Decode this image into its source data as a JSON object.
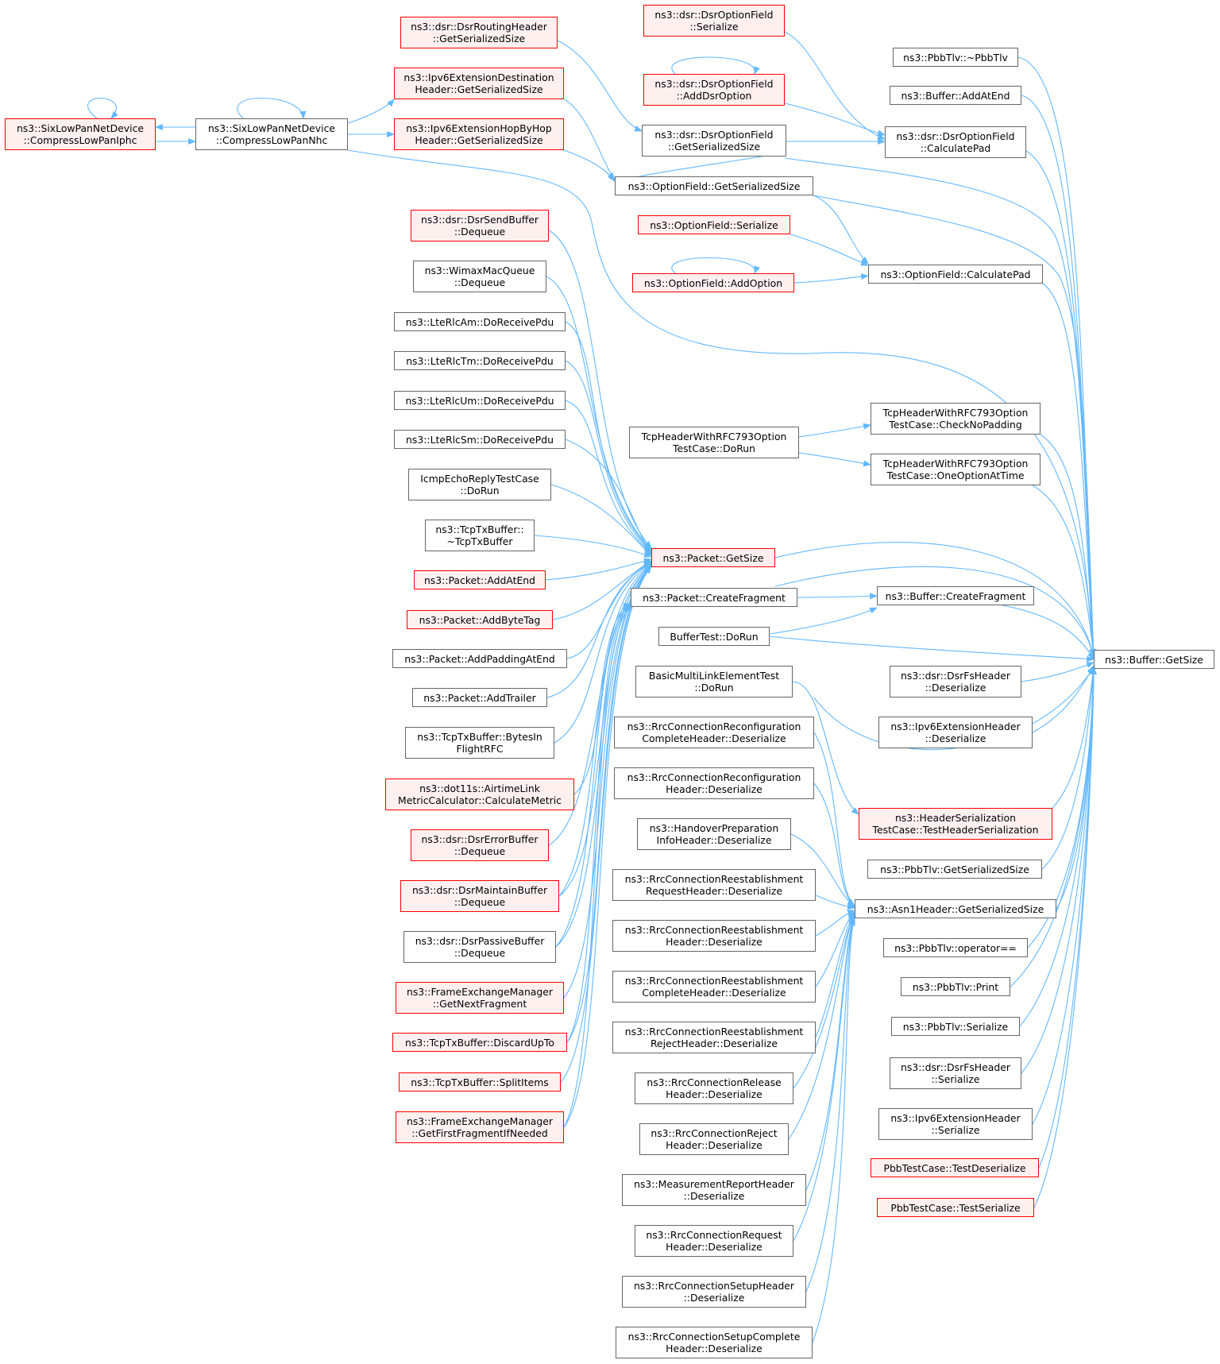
{
  "diagram": {
    "type": "call-graph",
    "colors": {
      "edge": "#63b8ff",
      "node_border": "#666666",
      "node_fill": "#ffffff",
      "highlight_border": "#ff0000",
      "highlight_fill": "#fff0f0",
      "focus_fill": "#999999"
    },
    "nodes": [
      {
        "id": "n_getsize",
        "lines": [
          "ns3::Buffer::GetSize"
        ],
        "style": "focus"
      },
      {
        "id": "n_pbb_dtor",
        "lines": [
          "ns3::PbbTlv::~PbbTlv"
        ],
        "style": "normal"
      },
      {
        "id": "n_buf_addatend",
        "lines": [
          "ns3::Buffer::AddAtEnd"
        ],
        "style": "normal"
      },
      {
        "id": "n_dsr_calcpad",
        "lines": [
          "ns3::dsr::DsrOptionField",
          "::CalculatePad"
        ],
        "style": "normal"
      },
      {
        "id": "n_of_calcpad",
        "lines": [
          "ns3::OptionField::CalculatePad"
        ],
        "style": "normal"
      },
      {
        "id": "n_tcp_checknopad",
        "lines": [
          "TcpHeaderWithRFC793Option",
          "TestCase::CheckNoPadding"
        ],
        "style": "normal"
      },
      {
        "id": "n_tcp_oneopt",
        "lines": [
          "TcpHeaderWithRFC793Option",
          "TestCase::OneOptionAtTime"
        ],
        "style": "normal"
      },
      {
        "id": "n_buf_createfrag",
        "lines": [
          "ns3::Buffer::CreateFragment"
        ],
        "style": "normal"
      },
      {
        "id": "n_dsrfs_deser",
        "lines": [
          "ns3::dsr::DsrFsHeader",
          "::Deserialize"
        ],
        "style": "normal"
      },
      {
        "id": "n_ipv6ext_deser",
        "lines": [
          "ns3::Ipv6ExtensionHeader",
          "::Deserialize"
        ],
        "style": "normal"
      },
      {
        "id": "n_hdrser_test",
        "lines": [
          "ns3::HeaderSerialization",
          "TestCase::TestHeaderSerialization"
        ],
        "style": "red"
      },
      {
        "id": "n_pbb_getser",
        "lines": [
          "ns3::PbbTlv::GetSerializedSize"
        ],
        "style": "normal"
      },
      {
        "id": "n_asn1_getser",
        "lines": [
          "ns3::Asn1Header::GetSerializedSize"
        ],
        "style": "normal"
      },
      {
        "id": "n_pbb_opeq",
        "lines": [
          "ns3::PbbTlv::operator=="
        ],
        "style": "normal"
      },
      {
        "id": "n_pbb_print",
        "lines": [
          "ns3::PbbTlv::Print"
        ],
        "style": "normal"
      },
      {
        "id": "n_pbb_ser",
        "lines": [
          "ns3::PbbTlv::Serialize"
        ],
        "style": "normal"
      },
      {
        "id": "n_dsrfs_ser",
        "lines": [
          "ns3::dsr::DsrFsHeader",
          "::Serialize"
        ],
        "style": "normal"
      },
      {
        "id": "n_ipv6ext_ser",
        "lines": [
          "ns3::Ipv6ExtensionHeader",
          "::Serialize"
        ],
        "style": "normal"
      },
      {
        "id": "n_pbb_testdeser",
        "lines": [
          "PbbTestCase::TestDeserialize"
        ],
        "style": "red"
      },
      {
        "id": "n_pbb_testser",
        "lines": [
          "PbbTestCase::TestSerialize"
        ],
        "style": "red"
      },
      {
        "id": "n_dsr_of_ser",
        "lines": [
          "ns3::dsr::DsrOptionField",
          "::Serialize"
        ],
        "style": "red"
      },
      {
        "id": "n_dsr_of_adddsr",
        "lines": [
          "ns3::dsr::DsrOptionField",
          "::AddDsrOption"
        ],
        "style": "red"
      },
      {
        "id": "n_dsr_of_getser",
        "lines": [
          "ns3::dsr::DsrOptionField",
          "::GetSerializedSize"
        ],
        "style": "normal"
      },
      {
        "id": "n_of_getser",
        "lines": [
          "ns3::OptionField::GetSerializedSize"
        ],
        "style": "normal"
      },
      {
        "id": "n_of_ser",
        "lines": [
          "ns3::OptionField::Serialize"
        ],
        "style": "red"
      },
      {
        "id": "n_of_addopt",
        "lines": [
          "ns3::OptionField::AddOption"
        ],
        "style": "red"
      },
      {
        "id": "n_tcp_dorun",
        "lines": [
          "TcpHeaderWithRFC793Option",
          "TestCase::DoRun"
        ],
        "style": "normal"
      },
      {
        "id": "n_pkt_getsize",
        "lines": [
          "ns3::Packet::GetSize"
        ],
        "style": "red"
      },
      {
        "id": "n_pkt_createfrag",
        "lines": [
          "ns3::Packet::CreateFragment"
        ],
        "style": "normal"
      },
      {
        "id": "n_buftest_dorun",
        "lines": [
          "BufferTest::DoRun"
        ],
        "style": "normal"
      },
      {
        "id": "n_basicmle_dorun",
        "lines": [
          "BasicMultiLinkElementTest",
          "::DoRun"
        ],
        "style": "normal"
      },
      {
        "id": "n_rrc_recfgcompl",
        "lines": [
          "ns3::RrcConnectionReconfiguration",
          "CompleteHeader::Deserialize"
        ],
        "style": "normal"
      },
      {
        "id": "n_rrc_recfg",
        "lines": [
          "ns3::RrcConnectionReconfiguration",
          "Header::Deserialize"
        ],
        "style": "normal"
      },
      {
        "id": "n_handover",
        "lines": [
          "ns3::HandoverPreparation",
          "InfoHeader::Deserialize"
        ],
        "style": "normal"
      },
      {
        "id": "n_rrc_reestreq",
        "lines": [
          "ns3::RrcConnectionReestablishment",
          "RequestHeader::Deserialize"
        ],
        "style": "normal"
      },
      {
        "id": "n_rrc_reest",
        "lines": [
          "ns3::RrcConnectionReestablishment",
          "Header::Deserialize"
        ],
        "style": "normal"
      },
      {
        "id": "n_rrc_reestcompl",
        "lines": [
          "ns3::RrcConnectionReestablishment",
          "CompleteHeader::Deserialize"
        ],
        "style": "normal"
      },
      {
        "id": "n_rrc_reestrej",
        "lines": [
          "ns3::RrcConnectionReestablishment",
          "RejectHeader::Deserialize"
        ],
        "style": "normal"
      },
      {
        "id": "n_rrc_release",
        "lines": [
          "ns3::RrcConnectionRelease",
          "Header::Deserialize"
        ],
        "style": "normal"
      },
      {
        "id": "n_rrc_reject",
        "lines": [
          "ns3::RrcConnectionReject",
          "Header::Deserialize"
        ],
        "style": "normal"
      },
      {
        "id": "n_measrep",
        "lines": [
          "ns3::MeasurementReportHeader",
          "::Deserialize"
        ],
        "style": "normal"
      },
      {
        "id": "n_rrc_request",
        "lines": [
          "ns3::RrcConnectionRequest",
          "Header::Deserialize"
        ],
        "style": "normal"
      },
      {
        "id": "n_rrc_setup",
        "lines": [
          "ns3::RrcConnectionSetupHeader",
          "::Deserialize"
        ],
        "style": "normal"
      },
      {
        "id": "n_rrc_setupcompl",
        "lines": [
          "ns3::RrcConnectionSetupComplete",
          "Header::Deserialize"
        ],
        "style": "normal"
      },
      {
        "id": "n_dsrrouting_getser",
        "lines": [
          "ns3::dsr::DsrRoutingHeader",
          "::GetSerializedSize"
        ],
        "style": "red"
      },
      {
        "id": "n_ipv6dest_getser",
        "lines": [
          "ns3::Ipv6ExtensionDestination",
          "Header::GetSerializedSize"
        ],
        "style": "red"
      },
      {
        "id": "n_ipv6hop_getser",
        "lines": [
          "ns3::Ipv6ExtensionHopByHop",
          "Header::GetSerializedSize"
        ],
        "style": "red"
      },
      {
        "id": "n_dsrsend_deq",
        "lines": [
          "ns3::dsr::DsrSendBuffer",
          "::Dequeue"
        ],
        "style": "red"
      },
      {
        "id": "n_wimax_deq",
        "lines": [
          "ns3::WimaxMacQueue",
          "::Dequeue"
        ],
        "style": "normal"
      },
      {
        "id": "n_rlcam",
        "lines": [
          "ns3::LteRlcAm::DoReceivePdu"
        ],
        "style": "normal"
      },
      {
        "id": "n_rlctm",
        "lines": [
          "ns3::LteRlcTm::DoReceivePdu"
        ],
        "style": "normal"
      },
      {
        "id": "n_rlcum",
        "lines": [
          "ns3::LteRlcUm::DoReceivePdu"
        ],
        "style": "normal"
      },
      {
        "id": "n_rlcsm",
        "lines": [
          "ns3::LteRlcSm::DoReceivePdu"
        ],
        "style": "normal"
      },
      {
        "id": "n_icmp_dorun",
        "lines": [
          "IcmpEchoReplyTestCase",
          "::DoRun"
        ],
        "style": "normal"
      },
      {
        "id": "n_tcptx_dtor",
        "lines": [
          "ns3::TcpTxBuffer::",
          "~TcpTxBuffer"
        ],
        "style": "normal"
      },
      {
        "id": "n_pkt_addatend",
        "lines": [
          "ns3::Packet::AddAtEnd"
        ],
        "style": "red"
      },
      {
        "id": "n_pkt_addbytetag",
        "lines": [
          "ns3::Packet::AddByteTag"
        ],
        "style": "red"
      },
      {
        "id": "n_pkt_addpad",
        "lines": [
          "ns3::Packet::AddPaddingAtEnd"
        ],
        "style": "normal"
      },
      {
        "id": "n_pkt_addtrailer",
        "lines": [
          "ns3::Packet::AddTrailer"
        ],
        "style": "normal"
      },
      {
        "id": "n_tcptx_bytesin",
        "lines": [
          "ns3::TcpTxBuffer::BytesIn",
          "FlightRFC"
        ],
        "style": "normal"
      },
      {
        "id": "n_airtime",
        "lines": [
          "ns3::dot11s::AirtimeLink",
          "MetricCalculator::CalculateMetric"
        ],
        "style": "red"
      },
      {
        "id": "n_dsrerr_deq",
        "lines": [
          "ns3::dsr::DsrErrorBuffer",
          "::Dequeue"
        ],
        "style": "red"
      },
      {
        "id": "n_dsrmaint_deq",
        "lines": [
          "ns3::dsr::DsrMaintainBuffer",
          "::Dequeue"
        ],
        "style": "red"
      },
      {
        "id": "n_dsrpass_deq",
        "lines": [
          "ns3::dsr::DsrPassiveBuffer",
          "::Dequeue"
        ],
        "style": "normal"
      },
      {
        "id": "n_fem_nextfrag",
        "lines": [
          "ns3::FrameExchangeManager",
          "::GetNextFragment"
        ],
        "style": "red"
      },
      {
        "id": "n_tcptx_discard",
        "lines": [
          "ns3::TcpTxBuffer::DiscardUpTo"
        ],
        "style": "red"
      },
      {
        "id": "n_tcptx_split",
        "lines": [
          "ns3::TcpTxBuffer::SplitItems"
        ],
        "style": "red"
      },
      {
        "id": "n_fem_firstfrag",
        "lines": [
          "ns3::FrameExchangeManager",
          "::GetFirstFragmentIfNeeded"
        ],
        "style": "red"
      },
      {
        "id": "n_sixlow_nhc",
        "lines": [
          "ns3::SixLowPanNetDevice",
          "::CompressLowPanNhc"
        ],
        "style": "normal"
      },
      {
        "id": "n_sixlow_iphc",
        "lines": [
          "ns3::SixLowPanNetDevice",
          "::CompressLowPanIphc"
        ],
        "style": "red"
      }
    ]
  }
}
